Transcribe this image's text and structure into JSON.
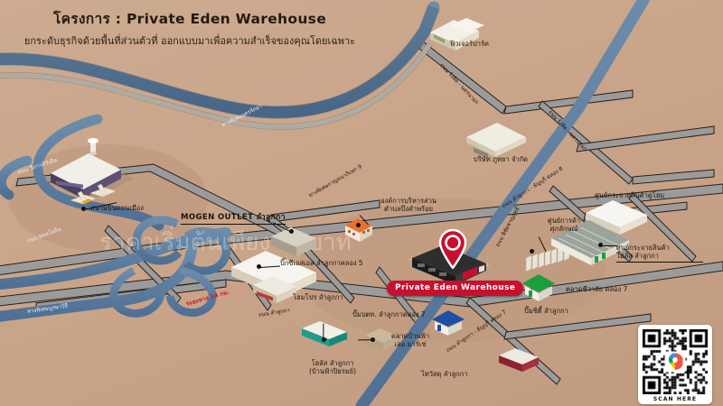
{
  "header": {
    "title": "โครงการ : Private Eden Warehouse",
    "subtitle": "ยกระดับธุรกิจด้วยพื้นที่ส่วนตัวที่  ออกแบบมาเพื่อความสำเร็จของคุณโดยเฉพาะ"
  },
  "marker": {
    "label": "Private Eden Warehouse",
    "pin_color": "#c8102e",
    "badge_bg": "#c8102e",
    "badge_text_color": "#ffffff"
  },
  "map": {
    "background_color": "#c8a388",
    "road_color": "#8c8c8c",
    "highway_color": "#5b7c9d",
    "watermark": "ราคาเริ่มต้นเพียง ... บาท"
  },
  "places": [
    {
      "id": "don-mueang-airport",
      "name": "สนามบินดอนเมือง"
    },
    {
      "id": "mogen-outlet",
      "name": "MOGEN OUTLET ลำลูกกา"
    },
    {
      "id": "future-park",
      "name": "ฟิวเจอร์ปาร์ค"
    },
    {
      "id": "bkk-rayong-co",
      "name": "บริษัท ภูทยา จำกัด"
    },
    {
      "id": "sao-bungkhamphroi",
      "name": "องค์การบริหารส่วน",
      "name2": "ตำบลบึงคำพร้อย"
    },
    {
      "id": "bigc-lumlukka-5",
      "name": "บิ๊กซีเอสเอส ลำลูกกาคลอง 5"
    },
    {
      "id": "homepro-lumlukka",
      "name": "โฮมโปร ลำลูกกา"
    },
    {
      "id": "ptt-lumlukka-7",
      "name": "ปั๊มปตท. ลำลูกกาคลอง 7"
    },
    {
      "id": "banfah-market",
      "name": "ตลาดบ้านฟ้า",
      "name2": "เลอ มาร์เช่"
    },
    {
      "id": "lotus-lumlukka",
      "name": "โฮลัส ลำลูกกา",
      "name2": "(บ้านฟ้าปิยรมย์)"
    },
    {
      "id": "thaiwatsadu",
      "name": "ไทวัสดุ ลำลูกกา"
    },
    {
      "id": "supalak-trade-center",
      "name": "ศูนย์การค้า",
      "name2": "ศุภลักษณ์"
    },
    {
      "id": "dohome-dc",
      "name": "ศูนย์กระจายสินค้าดูโฮม"
    },
    {
      "id": "lotus-dc",
      "name": "ศูนย์กระจายสินค้า",
      "name2": "โฮลัส ลำลูกกา"
    },
    {
      "id": "chiwalai-market",
      "name": "ตลาดชีวาลัย คลอง 7"
    },
    {
      "id": "pt-station",
      "name": "ปั๊มซิตี้ ลำลูกกา"
    }
  ],
  "roads": [
    {
      "id": "vibhavadi",
      "name": "ถนน วิภาวดีรังสิต"
    },
    {
      "id": "phaholyothin",
      "name": "ถนน พหลโยธิน"
    },
    {
      "id": "motorway-utrapimuk",
      "name": "ทางพิเศษอุดรรัถยา"
    },
    {
      "id": "motorway-9",
      "name": "ทางพิเศษกาญจนาภิเษก 9"
    },
    {
      "id": "motorway-east",
      "name": "ทางพิเศษบูรพาวิถี"
    },
    {
      "id": "rangsit-nakhonnayok-1",
      "name": "ถนน รังสิต - นครนายก"
    },
    {
      "id": "rangsit-nakhonnayok-2",
      "name": "ถนน รังสิต - นครนายก"
    },
    {
      "id": "lumlukka-thanyaburi-8",
      "name": "ถนน ลำลูกกา - ธัญบุรี คลอง 8"
    },
    {
      "id": "phichaicharnrit",
      "name": "ถนน พิชัยชาญฤทธิ์"
    },
    {
      "id": "lumlukka-rd",
      "name": "ถนน ลำลูกกา"
    },
    {
      "id": "lumlukka-thanyaburi-7",
      "name": "ถนน ลำลูกกา - ธัญบุรี คลอง 7"
    },
    {
      "id": "distance-badge",
      "name": "ระยะทาง 14 กม."
    }
  ],
  "qr": {
    "caption": "SCAN HERE"
  }
}
